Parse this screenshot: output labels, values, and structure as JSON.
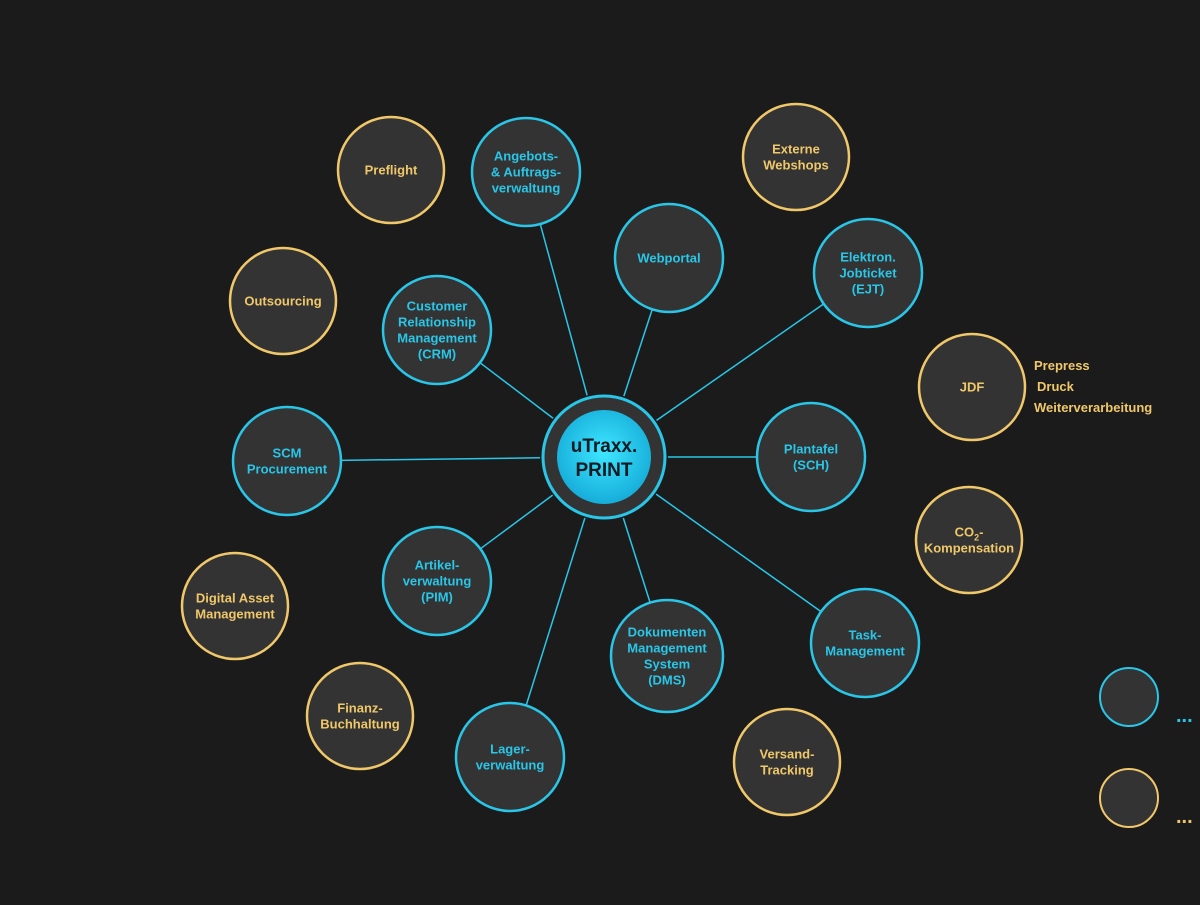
{
  "diagram": {
    "colors": {
      "background": "#1b1b1b",
      "node_fill": "#333333",
      "blue": "#29c6e8",
      "yellow": "#f0c86a"
    },
    "center": {
      "lines": [
        "uTraxx.",
        "PRINT"
      ]
    },
    "nodes": [
      {
        "id": "angebots",
        "color": "blue",
        "connected": true,
        "lines": [
          "Angebots-",
          "& Auftrags-",
          "verwaltung"
        ]
      },
      {
        "id": "webportal",
        "color": "blue",
        "connected": true,
        "lines": [
          "Webportal"
        ]
      },
      {
        "id": "ejt",
        "color": "blue",
        "connected": true,
        "lines": [
          "Elektron.",
          "Jobticket",
          "(EJT)"
        ]
      },
      {
        "id": "crm",
        "color": "blue",
        "connected": true,
        "lines": [
          "Customer",
          "Relationship",
          "Management",
          "(CRM)"
        ]
      },
      {
        "id": "scm",
        "color": "blue",
        "connected": true,
        "lines": [
          "SCM",
          "Procurement"
        ]
      },
      {
        "id": "plantafel",
        "color": "blue",
        "connected": true,
        "lines": [
          "Plantafel",
          "(SCH)"
        ]
      },
      {
        "id": "pim",
        "color": "blue",
        "connected": true,
        "lines": [
          "Artikel-",
          "verwaltung",
          "(PIM)"
        ]
      },
      {
        "id": "dms",
        "color": "blue",
        "connected": true,
        "lines": [
          "Dokumenten",
          "Management",
          "System",
          "(DMS)"
        ]
      },
      {
        "id": "task",
        "color": "blue",
        "connected": true,
        "lines": [
          "Task-",
          "Management"
        ]
      },
      {
        "id": "lager",
        "color": "blue",
        "connected": true,
        "lines": [
          "Lager-",
          "verwaltung"
        ]
      },
      {
        "id": "preflight",
        "color": "yellow",
        "connected": false,
        "lines": [
          "Preflight"
        ]
      },
      {
        "id": "webshops",
        "color": "yellow",
        "connected": false,
        "lines": [
          "Externe",
          "Webshops"
        ]
      },
      {
        "id": "outsourcing",
        "color": "yellow",
        "connected": false,
        "lines": [
          "Outsourcing"
        ]
      },
      {
        "id": "jdf",
        "color": "yellow",
        "connected": false,
        "lines": [
          "JDF"
        ]
      },
      {
        "id": "co2",
        "color": "yellow",
        "connected": false,
        "lines": [
          "CO2-",
          "Kompensation"
        ]
      },
      {
        "id": "dam",
        "color": "yellow",
        "connected": false,
        "lines": [
          "Digital Asset",
          "Management"
        ]
      },
      {
        "id": "finanz",
        "color": "yellow",
        "connected": false,
        "lines": [
          "Finanz-",
          "Buchhaltung"
        ]
      },
      {
        "id": "versand",
        "color": "yellow",
        "connected": false,
        "lines": [
          "Versand-",
          "Tracking"
        ]
      }
    ],
    "jdf_side_list": [
      "Prepress",
      "Druck",
      "Weiterverarbeitung"
    ],
    "legend": [
      {
        "color": "blue",
        "text": "..."
      },
      {
        "color": "yellow",
        "text": "..."
      }
    ]
  }
}
